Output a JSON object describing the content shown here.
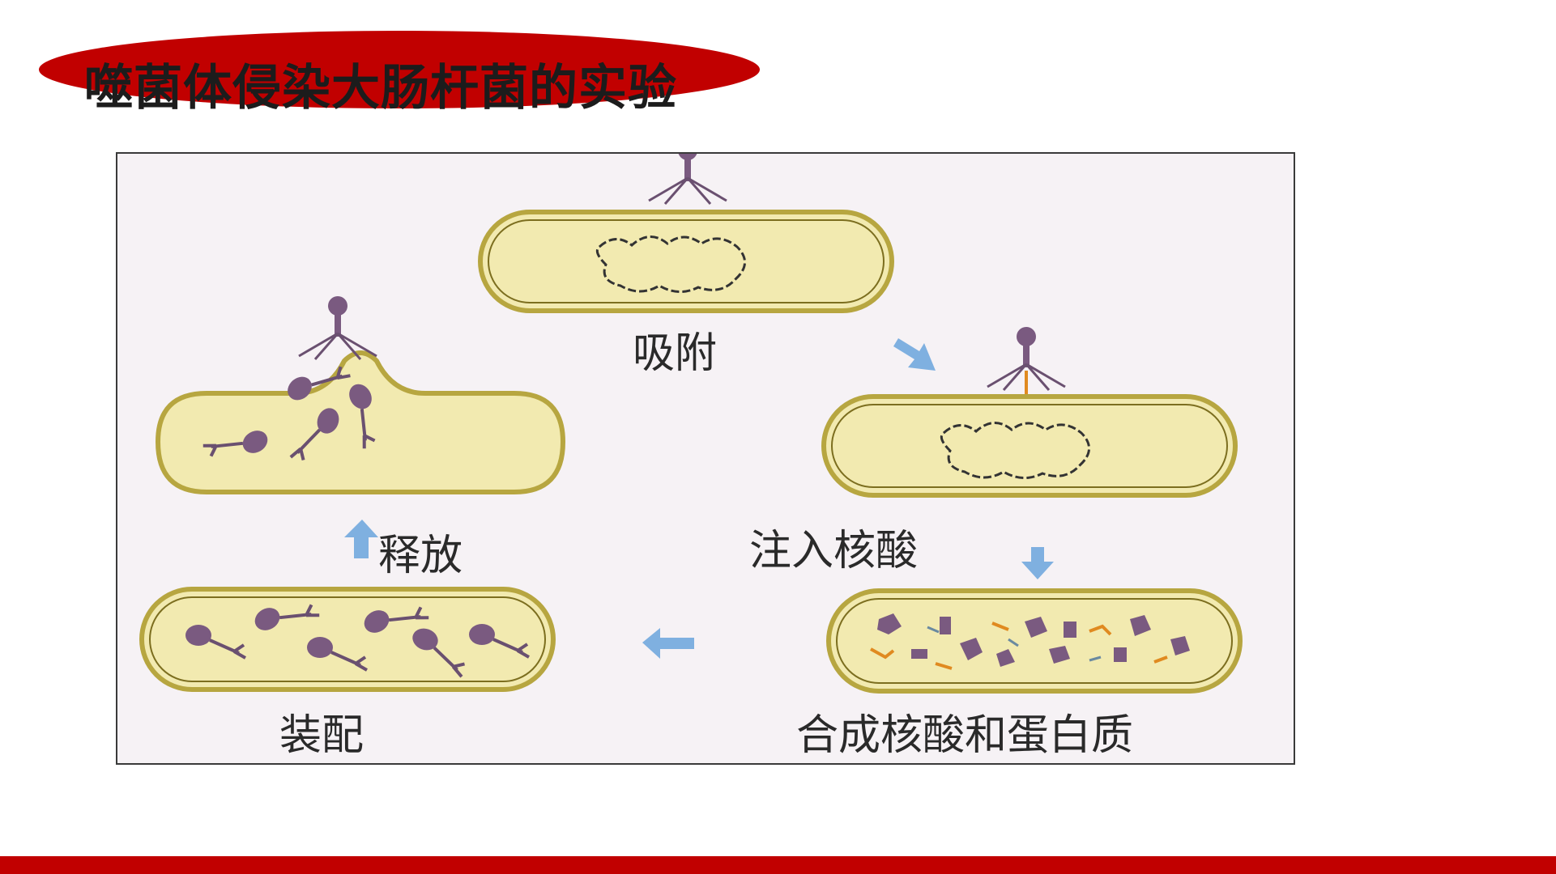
{
  "slide": {
    "title": "噬菌体侵染大肠杆菌的实验",
    "accent_color": "#c10000"
  },
  "figure": {
    "steps": [
      {
        "label": "吸附"
      },
      {
        "label": "注入核酸"
      },
      {
        "label": "合成核酸和蛋白质"
      },
      {
        "label": "装配"
      },
      {
        "label": "释放"
      }
    ],
    "cell_fill": "#f2eab0",
    "cell_wall": "#b7a640",
    "phage_color": "#7a5a80",
    "arrow_color": "#7fb0e0"
  }
}
